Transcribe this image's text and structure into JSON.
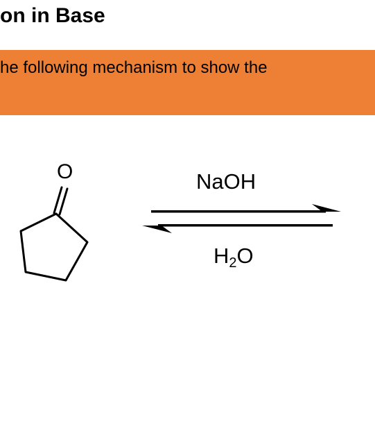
{
  "slide": {
    "title": "on in Base",
    "instruction": "he following mechanism to show the"
  },
  "colors": {
    "banner": "#ED8035",
    "ink": "#000000",
    "background": "#FFFFFF"
  },
  "scheme": {
    "reactant_atom": "O",
    "reagent_top": "NaOH",
    "reagent_bottom_prefix": "H",
    "reagent_bottom_subscript": "2",
    "reagent_bottom_suffix": "O"
  }
}
